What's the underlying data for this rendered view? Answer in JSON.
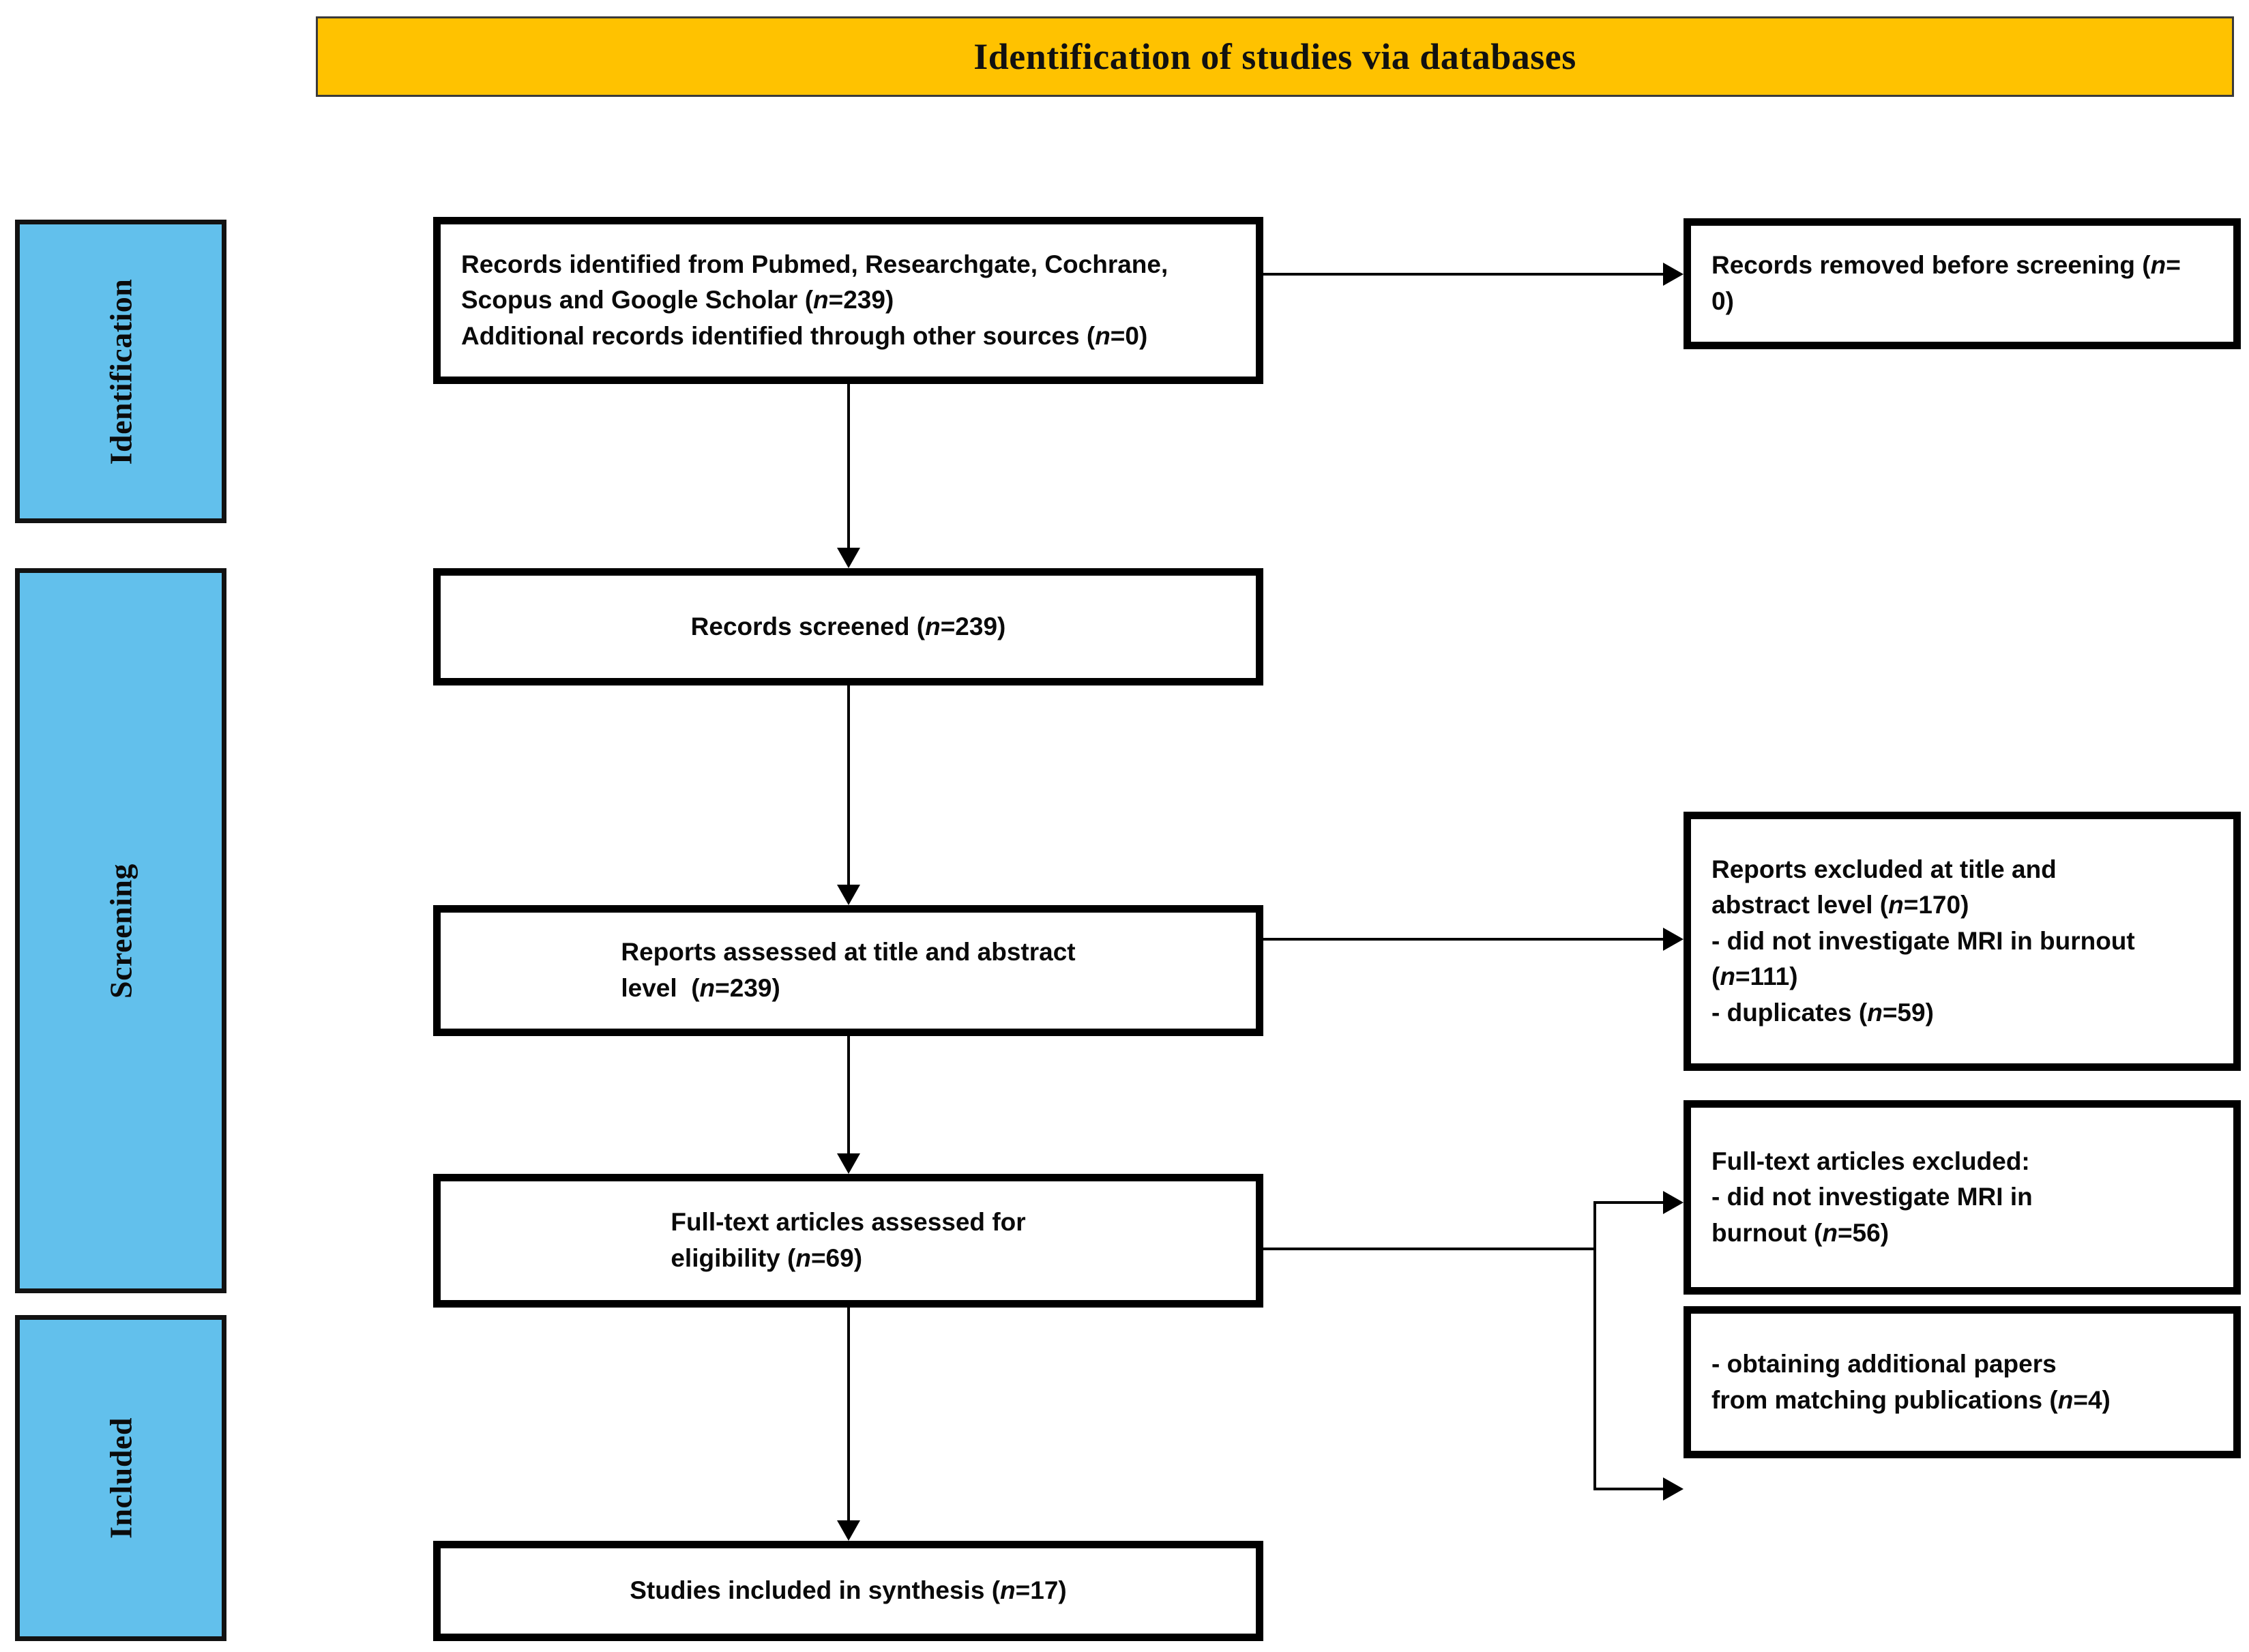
{
  "banner": {
    "title": "Identification of studies via databases",
    "color": "#FFC200"
  },
  "phases": {
    "accent_color": "#62C0EC",
    "items": [
      {
        "label": "Identification"
      },
      {
        "label": "Screening"
      },
      {
        "label": "Included"
      }
    ]
  },
  "flow": {
    "identified": {
      "line1": "Records identified from Pubmed, Researchgate, Cochrane,",
      "line2_a": "Scopus and Google Scholar (",
      "line2_n": "n",
      "line2_b": "=239)",
      "line3_a": "Additional records identified through other sources (",
      "line3_n": "n",
      "line3_b": "=0)"
    },
    "removed": {
      "text_a": "Records removed before screening (",
      "text_n": "n",
      "text_b": "=",
      "text_c": "0)"
    },
    "screened": {
      "text_a": "Records screened (",
      "text_n": "n",
      "text_b": "=239)"
    },
    "assessed_title_abstract": {
      "line1": "Reports assessed at title and abstract",
      "line2_a": "level  (",
      "line2_n": "n",
      "line2_b": "=239)"
    },
    "excluded_title_abstract": {
      "line1": "Reports excluded at title and",
      "line2_a": "abstract level (",
      "line2_n": "n",
      "line2_b": "=170)",
      "line3": "- did not investigate MRI in burnout",
      "line4_a": "(",
      "line4_n": "n",
      "line4_b": "=111)",
      "line5_a": "- duplicates (",
      "line5_n": "n",
      "line5_b": "=59)"
    },
    "fulltext_assessed": {
      "line1": "Full-text articles assessed for",
      "line2_a": "eligibility (",
      "line2_n": "n",
      "line2_b": "=69)"
    },
    "fulltext_excluded": {
      "line1": "Full-text articles excluded:",
      "line2": "- did not investigate MRI in",
      "line3_a": "burnout (",
      "line3_n": "n",
      "line3_b": "=56)"
    },
    "additional_papers": {
      "line1": "- obtaining additional papers",
      "line2_a": "from matching publications (",
      "line2_n": "n",
      "line2_b": "=4)"
    },
    "included_synthesis": {
      "text_a": "Studies included in synthesis (",
      "text_n": "n",
      "text_b": "=17)"
    }
  },
  "chart_data": {
    "type": "diagram",
    "title": "Identification of studies via databases",
    "nodes": [
      {
        "id": "identified",
        "stage": "Identification",
        "label": "Records identified from Pubmed, Researchgate, Cochrane, Scopus and Google Scholar",
        "n": 239
      },
      {
        "id": "additional_sources",
        "stage": "Identification",
        "label": "Additional records identified through other sources",
        "n": 0
      },
      {
        "id": "removed",
        "stage": "Identification",
        "label": "Records removed before screening",
        "n": 0
      },
      {
        "id": "screened",
        "stage": "Screening",
        "label": "Records screened",
        "n": 239
      },
      {
        "id": "assessed_title_abstract",
        "stage": "Screening",
        "label": "Reports assessed at title and abstract level",
        "n": 239
      },
      {
        "id": "excluded_title_abstract",
        "stage": "Screening",
        "label": "Reports excluded at title and abstract level",
        "n": 170
      },
      {
        "id": "excluded_no_mri",
        "stage": "Screening",
        "label": "did not investigate MRI in burnout",
        "n": 111
      },
      {
        "id": "excluded_duplicates",
        "stage": "Screening",
        "label": "duplicates",
        "n": 59
      },
      {
        "id": "fulltext_assessed",
        "stage": "Screening",
        "label": "Full-text articles assessed for eligibility",
        "n": 69
      },
      {
        "id": "fulltext_excluded_no_mri",
        "stage": "Screening",
        "label": "Full-text articles excluded: did not investigate MRI in burnout",
        "n": 56
      },
      {
        "id": "additional_papers",
        "stage": "Screening",
        "label": "obtaining additional papers from matching publications",
        "n": 4
      },
      {
        "id": "included_synthesis",
        "stage": "Included",
        "label": "Studies included in synthesis",
        "n": 17
      }
    ],
    "edges": [
      {
        "from": "identified",
        "to": "removed"
      },
      {
        "from": "identified",
        "to": "screened"
      },
      {
        "from": "screened",
        "to": "assessed_title_abstract"
      },
      {
        "from": "assessed_title_abstract",
        "to": "excluded_title_abstract"
      },
      {
        "from": "assessed_title_abstract",
        "to": "fulltext_assessed"
      },
      {
        "from": "fulltext_assessed",
        "to": "fulltext_excluded_no_mri"
      },
      {
        "from": "fulltext_assessed",
        "to": "additional_papers"
      },
      {
        "from": "fulltext_assessed",
        "to": "included_synthesis"
      }
    ]
  }
}
